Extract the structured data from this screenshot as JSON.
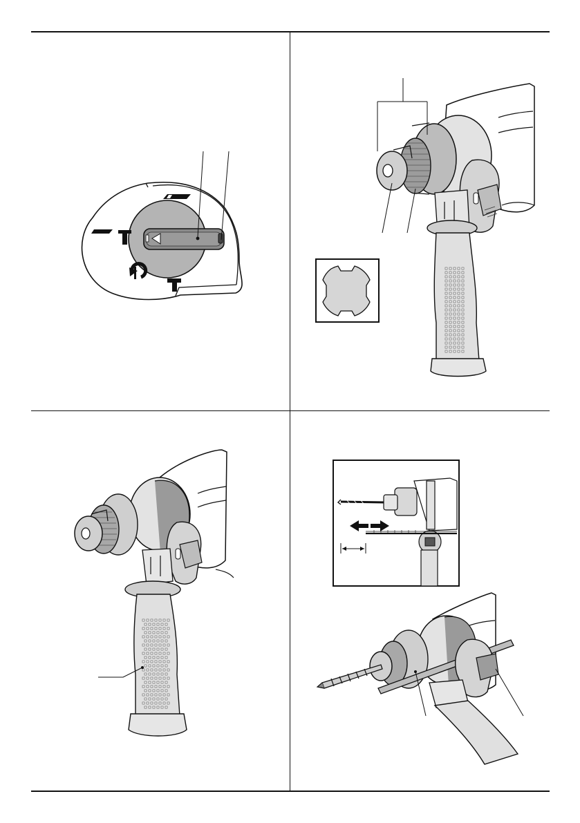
{
  "page": {
    "title": "",
    "text_labels": []
  },
  "panels": [
    {
      "id": "fig1",
      "subject": "mode-selector-dial"
    },
    {
      "id": "fig2",
      "subject": "chuck-with-side-handle-and-bit-shank"
    },
    {
      "id": "fig3",
      "subject": "side-handle"
    },
    {
      "id": "fig4",
      "subject": "depth-gauge-adjustment"
    }
  ],
  "icons": {
    "mode_hammer_only": "hammer-mode-icon",
    "mode_rotation_hammer": "rotary-hammer-mode-icon",
    "mode_rotation_only": "rotation-only-mode-icon",
    "mode_chisel_adjust": "chisel-adjust-mode-icon",
    "arrows": "double-arrow-icon"
  },
  "colors": {
    "line": "#111111",
    "shade_dark": "#7a7a7a",
    "shade_mid": "#b4b4b4",
    "shade_light": "#d9d9d9",
    "background": "#ffffff"
  }
}
